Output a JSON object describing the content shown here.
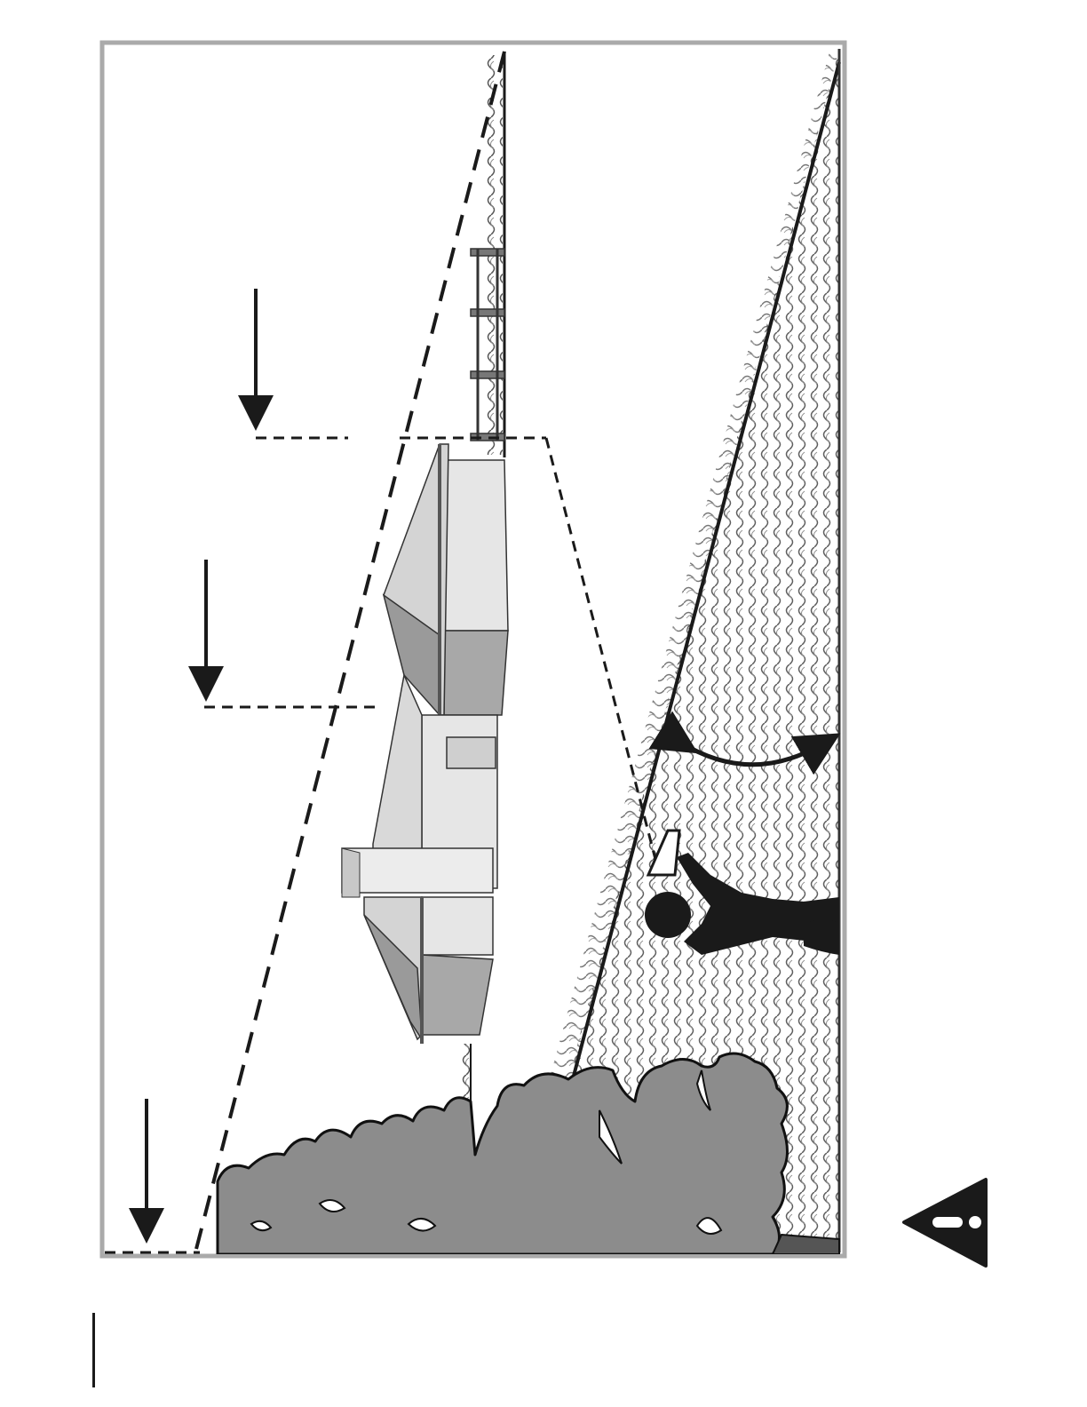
{
  "diagram": {
    "caption": "",
    "colors": {
      "frame_border": "#aaaaaa",
      "ink": "#1a1a1a",
      "tree_fill": "#8c8c8c",
      "tree_stroke": "#111111",
      "house_light": "#e6e6e6",
      "house_mid": "#c9c9c9",
      "house_dark": "#9a9a9a",
      "grass": "#6b6b6b",
      "warning_fill": "#1a1a1a",
      "warning_mark": "#ffffff"
    },
    "icons": {
      "warning": "warning-triangle-icon",
      "down_arrow": "arrow-down-icon",
      "angle_arc": "angle-arc-icon",
      "person": "person-silhouette-icon",
      "sight_device": "sight-device-icon"
    },
    "elements": {
      "frame": "illustration-frame",
      "house": "house",
      "fence": "fence",
      "trees": "tree-line",
      "ground_line": "ground-slope-line",
      "sight_line": "sight-line-dashed"
    }
  }
}
